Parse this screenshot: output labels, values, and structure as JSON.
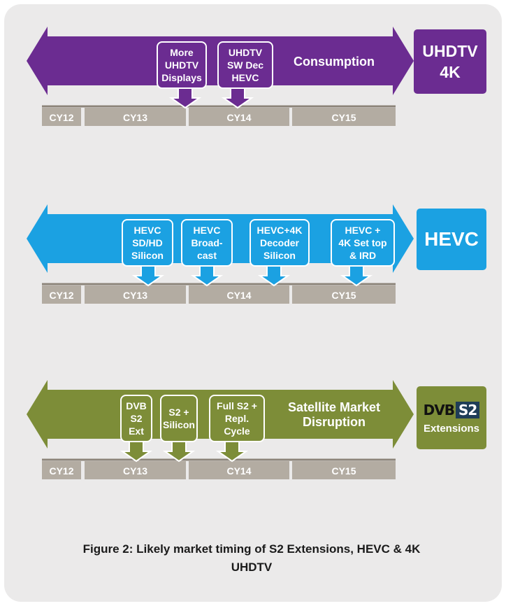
{
  "years": [
    "CY12",
    "CY13",
    "CY14",
    "CY15"
  ],
  "rows": [
    {
      "id": "uhdtv",
      "color": "#6b2c91",
      "milestones": [
        {
          "lines": [
            "More",
            "UHDTV",
            "Displays"
          ]
        },
        {
          "lines": [
            "UHDTV",
            "SW Dec",
            "HEVC"
          ]
        }
      ],
      "arrow_label": [
        "Consumption"
      ],
      "side_label": [
        "UHDTV",
        "4K"
      ]
    },
    {
      "id": "hevc",
      "color": "#1ba1e2",
      "milestones": [
        {
          "lines": [
            "HEVC",
            "SD/HD",
            "Silicon"
          ]
        },
        {
          "lines": [
            "HEVC",
            "Broad-",
            "cast"
          ]
        },
        {
          "lines": [
            "HEVC+4K",
            "Decoder",
            "Silicon"
          ]
        },
        {
          "lines": [
            "HEVC +",
            "4K Set top",
            "& IRD"
          ]
        }
      ],
      "arrow_label": [],
      "side_label": [
        "HEVC"
      ]
    },
    {
      "id": "dvbs2",
      "color": "#7d8d38",
      "milestones": [
        {
          "lines": [
            "DVB",
            "S2",
            "Ext"
          ]
        },
        {
          "lines": [
            "S2 +",
            "Silicon"
          ]
        },
        {
          "lines": [
            "Full S2 +",
            "Repl.",
            "Cycle"
          ]
        }
      ],
      "arrow_label": [
        "Satellite Market",
        "Disruption"
      ],
      "side_logo": {
        "dvb": "DVB",
        "s2": "S2"
      },
      "side_label": [
        "Extensions"
      ]
    }
  ],
  "colors": {
    "panel": "#ebeaea",
    "year_bar": "#b3aca2",
    "year_line": "#8c8479",
    "box_text": "#ffffff"
  },
  "caption": "Figure 2: Likely market timing of S2 Extensions, HEVC & 4K UHDTV"
}
